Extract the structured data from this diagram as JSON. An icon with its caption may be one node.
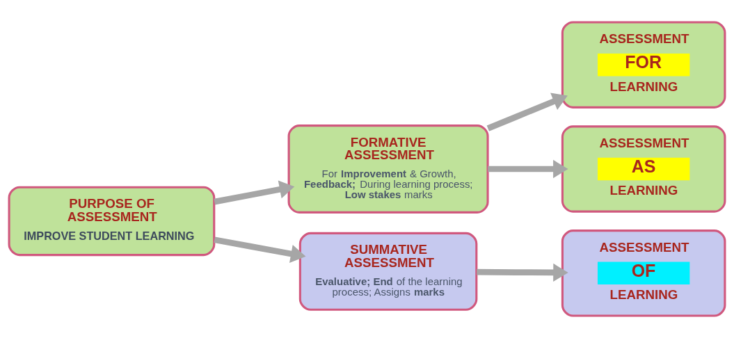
{
  "diagram": {
    "nodes": [
      {
        "text": [
          "PURPOSE OF ASSESSMENT",
          "IMPROVE STUDENT LEARNING"
        ]
      },
      {
        "text": [
          "FORMATIVE ASSESSMENT",
          "For **Improvement** & Growth, **Feedback;** During learning process; **Low stakes** marks"
        ]
      },
      {
        "text": [
          "SUMMATIVE ASSESSMENT",
          "**Evaluative; End** of the learning process; Assigns **marks**"
        ]
      },
      {
        "text": [
          "ASSESSMENT",
          "FOR",
          "LEARNING"
        ]
      },
      {
        "text": [
          "ASSESSMENT",
          "AS",
          "LEARNING"
        ]
      },
      {
        "text": [
          "ASSESSMENT",
          "OF",
          "LEARNING"
        ]
      }
    ],
    "edges": [
      {
        "from": 0,
        "to": 1,
        "arrow": "to"
      },
      {
        "from": 0,
        "to": 2,
        "arrow": "to"
      },
      {
        "from": 1,
        "to": 3,
        "arrow": "to"
      },
      {
        "from": 1,
        "to": 4,
        "arrow": "to"
      },
      {
        "from": 2,
        "to": 5,
        "arrow": "to"
      }
    ]
  }
}
